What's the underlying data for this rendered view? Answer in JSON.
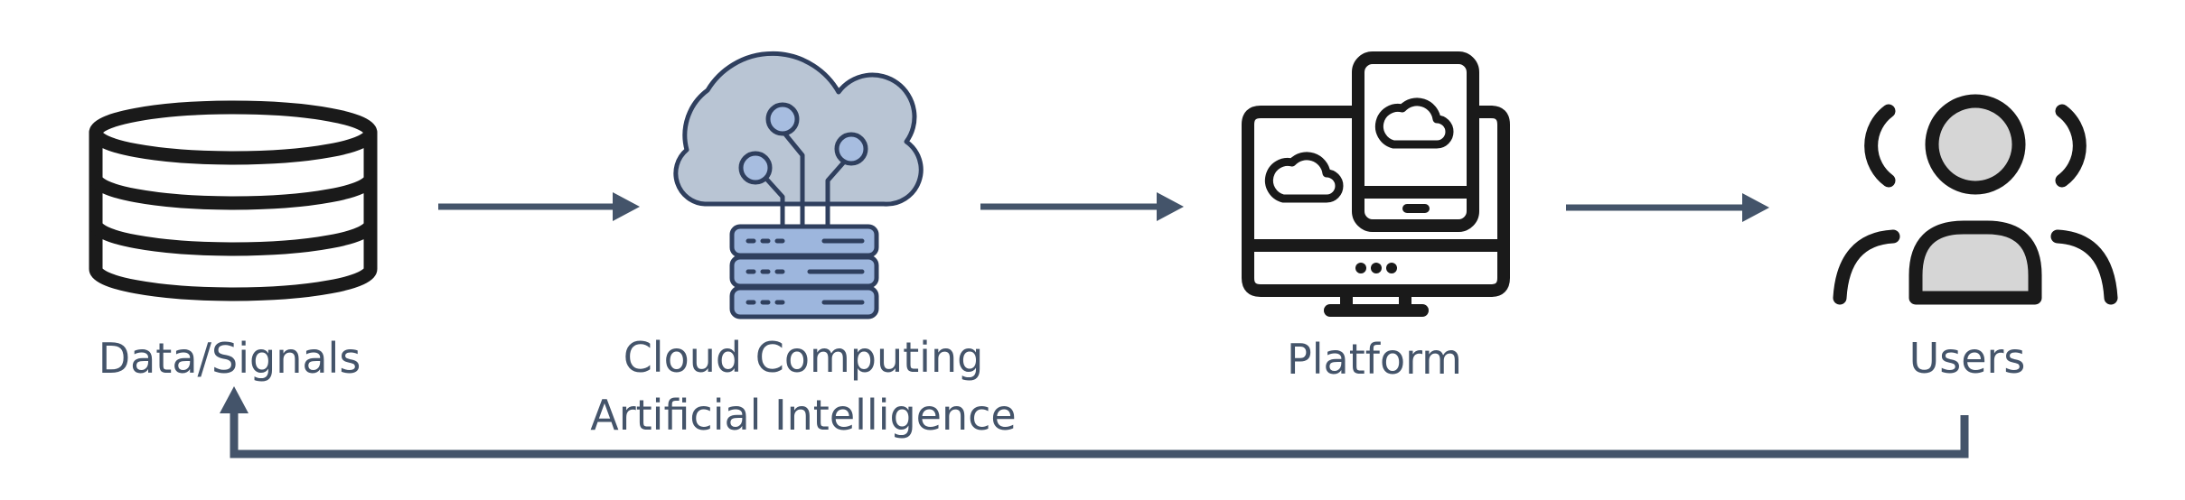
{
  "colors": {
    "label": "#44546a",
    "arrow": "#44546a",
    "icon_dark": "#1a1a1a",
    "icon_navy": "#2f3f5e",
    "cloud_fill": "#b9c5d4",
    "node_fill": "#a7bde0",
    "server_fill": "#9db6dd",
    "user_fill": "#d6d6d6"
  },
  "nodes": [
    {
      "id": "data",
      "icon": "database-icon",
      "label_lines": [
        "Data/Signals"
      ]
    },
    {
      "id": "cloud",
      "icon": "cloud-server-icon",
      "label_lines": [
        "Cloud Computing",
        "Artificial Intelligence"
      ]
    },
    {
      "id": "platform",
      "icon": "devices-icon",
      "label_lines": [
        "Platform"
      ]
    },
    {
      "id": "users",
      "icon": "users-icon",
      "label_lines": [
        "Users"
      ]
    }
  ],
  "edges": [
    {
      "from": "data",
      "to": "cloud"
    },
    {
      "from": "cloud",
      "to": "platform"
    },
    {
      "from": "platform",
      "to": "users"
    },
    {
      "from": "users",
      "to": "data",
      "style": "feedback-loop"
    }
  ]
}
